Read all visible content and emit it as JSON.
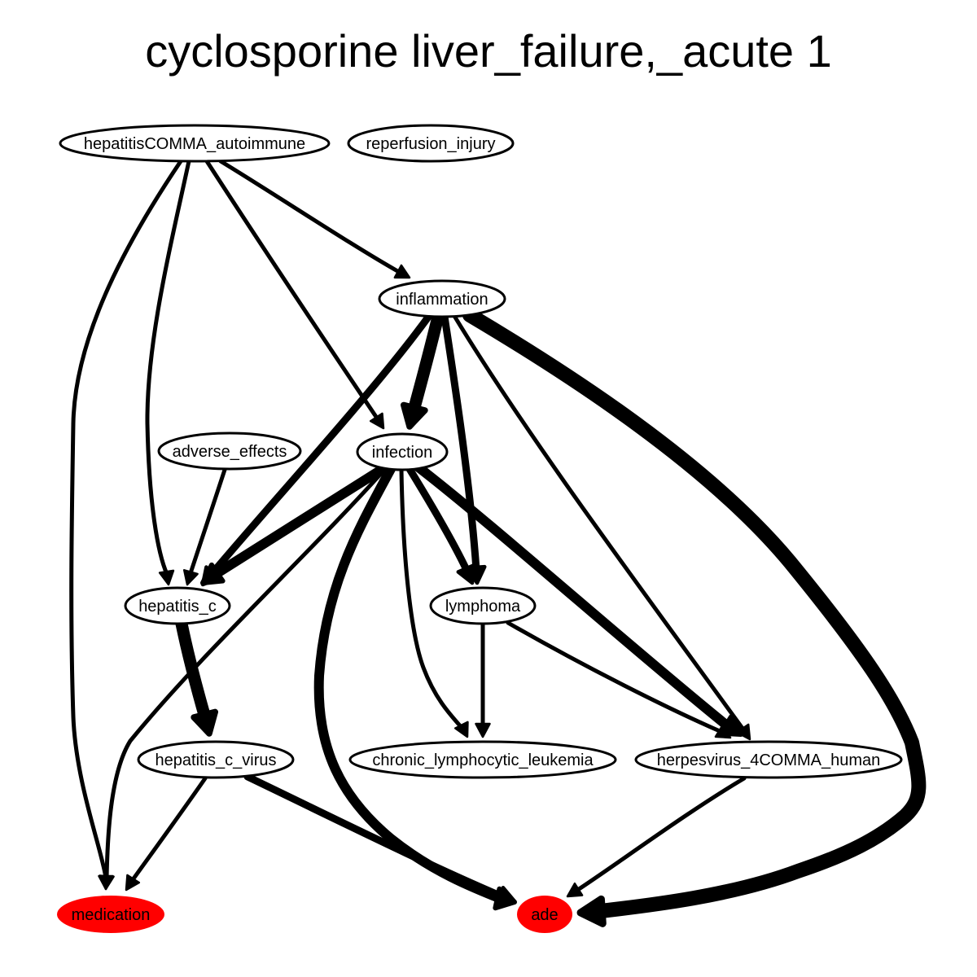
{
  "title": "cyclosporine liver_failure,_acute 1",
  "colors": {
    "stroke": "#000000",
    "node_fill": "#ffffff",
    "highlight_fill": "#ff0000"
  },
  "nodes": [
    {
      "id": "hepatitis_autoimmune",
      "label": "hepatitisCOMMA_autoimmune",
      "highlight": false
    },
    {
      "id": "reperfusion_injury",
      "label": "reperfusion_injury",
      "highlight": false
    },
    {
      "id": "inflammation",
      "label": "inflammation",
      "highlight": false
    },
    {
      "id": "adverse_effects",
      "label": "adverse_effects",
      "highlight": false
    },
    {
      "id": "infection",
      "label": "infection",
      "highlight": false
    },
    {
      "id": "hepatitis_c",
      "label": "hepatitis_c",
      "highlight": false
    },
    {
      "id": "lymphoma",
      "label": "lymphoma",
      "highlight": false
    },
    {
      "id": "hepatitis_c_virus",
      "label": "hepatitis_c_virus",
      "highlight": false
    },
    {
      "id": "chronic_lymphocytic_leukemia",
      "label": "chronic_lymphocytic_leukemia",
      "highlight": false
    },
    {
      "id": "herpesvirus_4",
      "label": "herpesvirus_4COMMA_human",
      "highlight": false
    },
    {
      "id": "medication",
      "label": "medication",
      "highlight": true
    },
    {
      "id": "ade",
      "label": "ade",
      "highlight": true
    }
  ],
  "edges": [
    {
      "from": "hepatitis_autoimmune",
      "to": "medication",
      "weight": 1
    },
    {
      "from": "hepatitis_autoimmune",
      "to": "hepatitis_c",
      "weight": 1
    },
    {
      "from": "hepatitis_autoimmune",
      "to": "infection",
      "weight": 1
    },
    {
      "from": "hepatitis_autoimmune",
      "to": "inflammation",
      "weight": 1
    },
    {
      "from": "inflammation",
      "to": "hepatitis_c",
      "weight": 2
    },
    {
      "from": "inflammation",
      "to": "infection",
      "weight": 4
    },
    {
      "from": "inflammation",
      "to": "lymphoma",
      "weight": 2
    },
    {
      "from": "inflammation",
      "to": "herpesvirus_4",
      "weight": 1
    },
    {
      "from": "inflammation",
      "to": "ade",
      "weight": 5
    },
    {
      "from": "adverse_effects",
      "to": "hepatitis_c",
      "weight": 1
    },
    {
      "from": "infection",
      "to": "hepatitis_c",
      "weight": 3
    },
    {
      "from": "infection",
      "to": "medication",
      "weight": 1
    },
    {
      "from": "infection",
      "to": "ade",
      "weight": 3
    },
    {
      "from": "infection",
      "to": "chronic_lymphocytic_leukemia",
      "weight": 1
    },
    {
      "from": "infection",
      "to": "lymphoma",
      "weight": 2
    },
    {
      "from": "infection",
      "to": "herpesvirus_4",
      "weight": 3
    },
    {
      "from": "hepatitis_c",
      "to": "hepatitis_c_virus",
      "weight": 4
    },
    {
      "from": "lymphoma",
      "to": "chronic_lymphocytic_leukemia",
      "weight": 1
    },
    {
      "from": "lymphoma",
      "to": "herpesvirus_4",
      "weight": 1
    },
    {
      "from": "hepatitis_c_virus",
      "to": "medication",
      "weight": 1
    },
    {
      "from": "hepatitis_c_virus",
      "to": "ade",
      "weight": 2
    },
    {
      "from": "herpesvirus_4",
      "to": "ade",
      "weight": 1
    }
  ]
}
